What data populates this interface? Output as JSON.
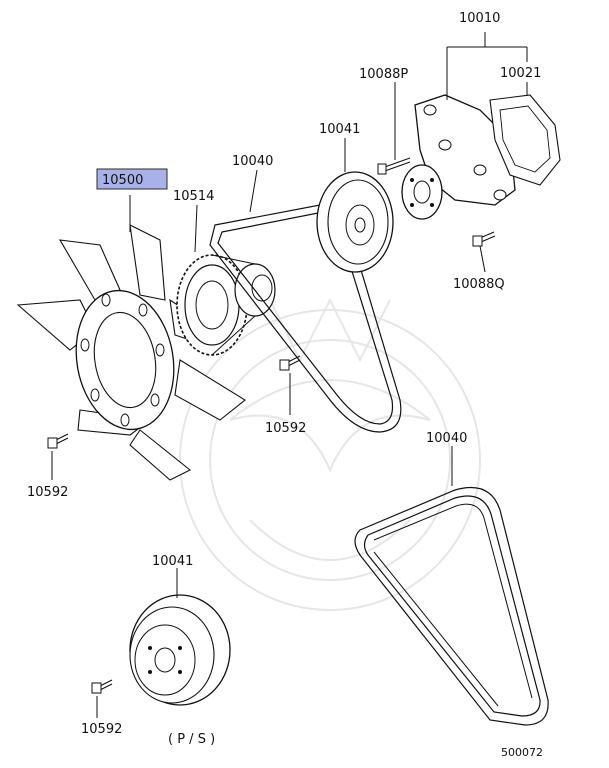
{
  "diagram_id": "500072",
  "highlight_color": "#a9b2e8",
  "parts": {
    "water_pump_assy": "10010",
    "gasket": "10021",
    "pump_bolt_p": "10088P",
    "pump_bolt_q": "10088Q",
    "pulley_upper": "10041",
    "belt_upper": "10040",
    "fan": "10500",
    "fan_clutch": "10514",
    "fan_bolt_upper": "10592",
    "fan_bolt_lower": "10592",
    "belt_lower": "10040",
    "pulley_lower": "10041",
    "pulley_lower_bolt": "10592"
  },
  "ps_note": "( P / S )"
}
